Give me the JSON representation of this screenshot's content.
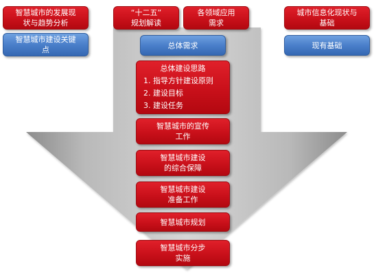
{
  "colors": {
    "red": "#c9101a",
    "blue": "#4a7fca",
    "arrow": "#a9a9a9"
  },
  "top_left": {
    "red_box": "智慧城市的发展现\n状与趋势分析",
    "blue_box": "智慧城市建设关键\n点"
  },
  "top_center": {
    "box_a": "“十二五”\n规划解读",
    "box_b": "各领域应用\n需求",
    "blue_box": "总体需求"
  },
  "top_right": {
    "red_box": "城市信息化现状与\n基础",
    "blue_box": "现有基础"
  },
  "overall_plan": {
    "title": "总体建设思路",
    "items": [
      "1. 指导方针建设原则",
      "2. 建设目标",
      "3. 建设任务"
    ]
  },
  "steps": [
    "智慧城市的宣传\n工作",
    "智慧城市建设\n的综合保障",
    "智慧城市建设\n准备工作",
    "智慧城市规划",
    "智慧城市分步\n实施"
  ]
}
